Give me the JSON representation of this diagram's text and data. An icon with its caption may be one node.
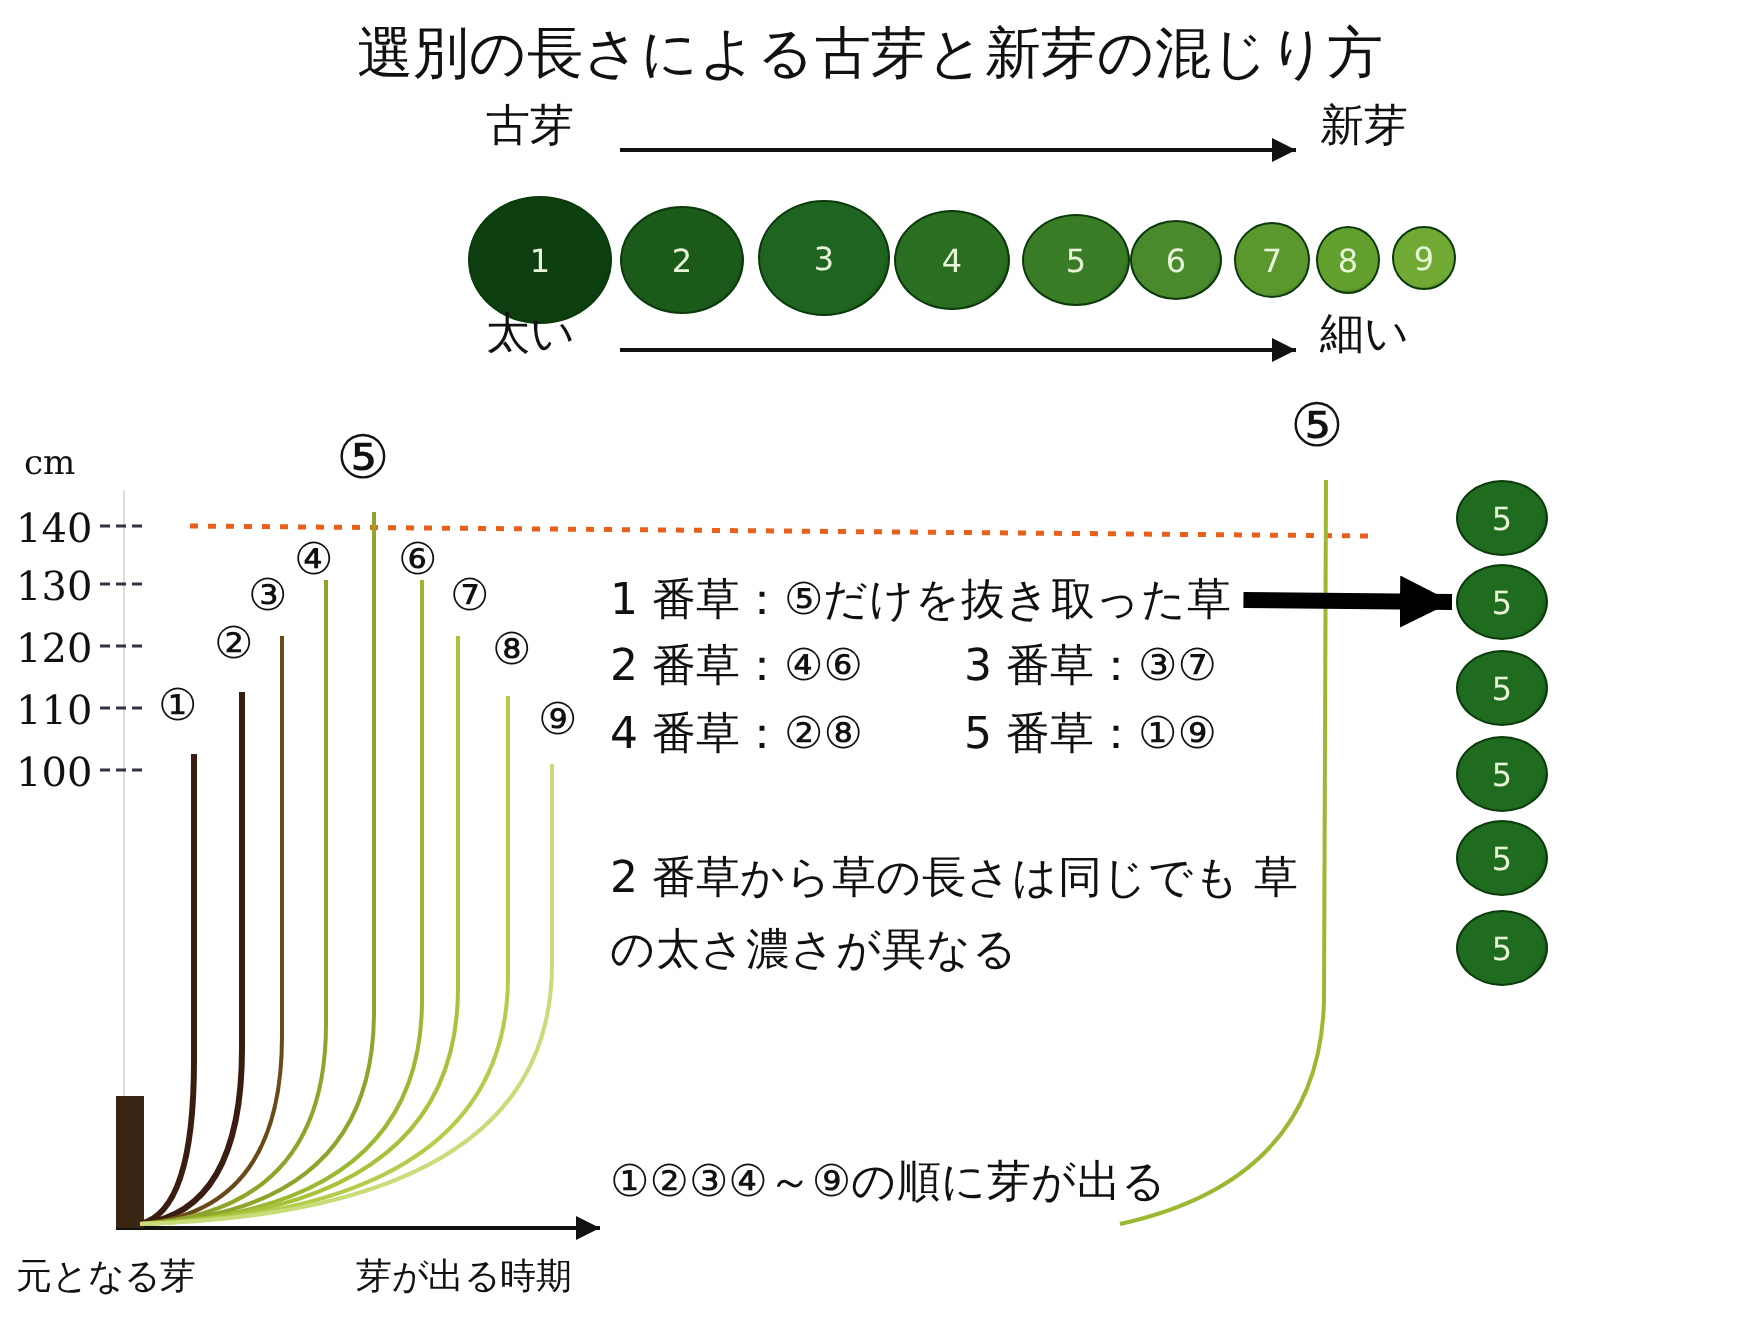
{
  "diagram": {
    "title": "選別の長さによる古芽と新芽の混じり方",
    "nodes": [
      {
        "text": [
          "1"
        ]
      },
      {
        "text": [
          "2"
        ]
      },
      {
        "text": [
          "3"
        ]
      },
      {
        "text": [
          "4"
        ]
      },
      {
        "text": [
          "5"
        ]
      },
      {
        "text": [
          "6"
        ]
      },
      {
        "text": [
          "7"
        ]
      },
      {
        "text": [
          "8"
        ]
      },
      {
        "text": [
          "9"
        ]
      },
      {
        "text": [
          "5"
        ]
      },
      {
        "text": [
          "5"
        ]
      },
      {
        "text": [
          "5"
        ]
      },
      {
        "text": [
          "5"
        ]
      },
      {
        "text": [
          "5"
        ]
      },
      {
        "text": [
          "5"
        ]
      },
      {
        "text": [
          "1 番草：⑤だけを抜き取った草"
        ]
      }
    ],
    "edges": [
      {
        "from": 15,
        "to": 10,
        "arrow": "to"
      }
    ],
    "labels": [
      "古芽",
      "新芽",
      "太い",
      "細い",
      "cm",
      "140",
      "130",
      "120",
      "110",
      "100",
      "①",
      "②",
      "③",
      "④",
      "⑤",
      "⑥",
      "⑦",
      "⑧",
      "⑨",
      "⑤",
      "2 番草：④⑥",
      "3 番草：③⑦",
      "4 番草：②⑧",
      "5 番草：①⑨",
      "2 番草から草の長さは同じでも 草の太さ濃さが異なる",
      "①②③④～⑨の順に芽が出る",
      "元となる芽",
      "芽が出る時期"
    ]
  }
}
